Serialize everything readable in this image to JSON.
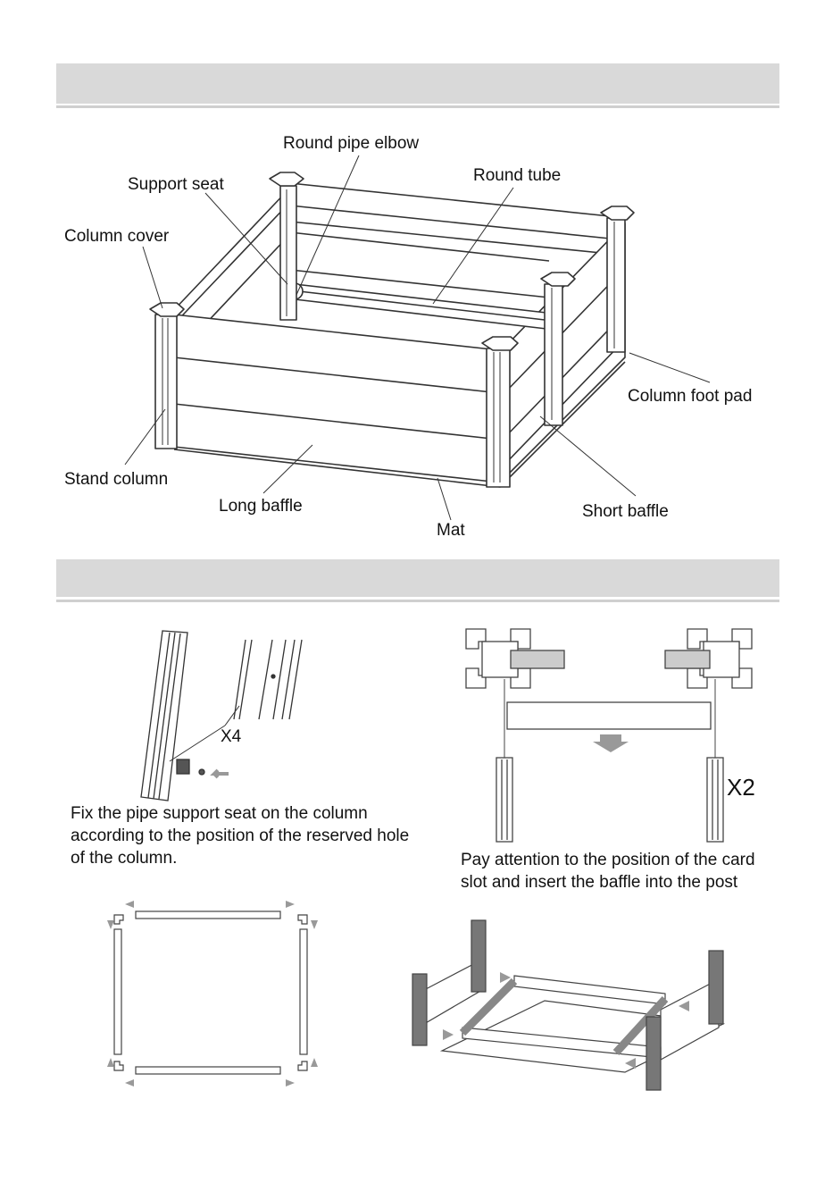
{
  "diagram": {
    "labels": {
      "round_pipe_elbow": "Round pipe elbow",
      "support_seat": "Support seat",
      "round_tube": "Round tube",
      "column_cover": "Column cover",
      "column_foot_pad": "Column foot pad",
      "stand_column": "Stand column",
      "long_baffle": "Long baffle",
      "short_baffle": "Short baffle",
      "mat": "Mat"
    }
  },
  "steps": {
    "step1": {
      "multiplier": "X4",
      "caption": "Fix the pipe support seat on the column according to the position of the reserved hole of the column."
    },
    "step2": {
      "multiplier": "X2",
      "caption": "Pay attention to the position of the card slot and insert the baffle into the post"
    }
  },
  "colors": {
    "band": "#d9d9d9",
    "line": "#333333",
    "arrow": "#9a9a9a"
  }
}
